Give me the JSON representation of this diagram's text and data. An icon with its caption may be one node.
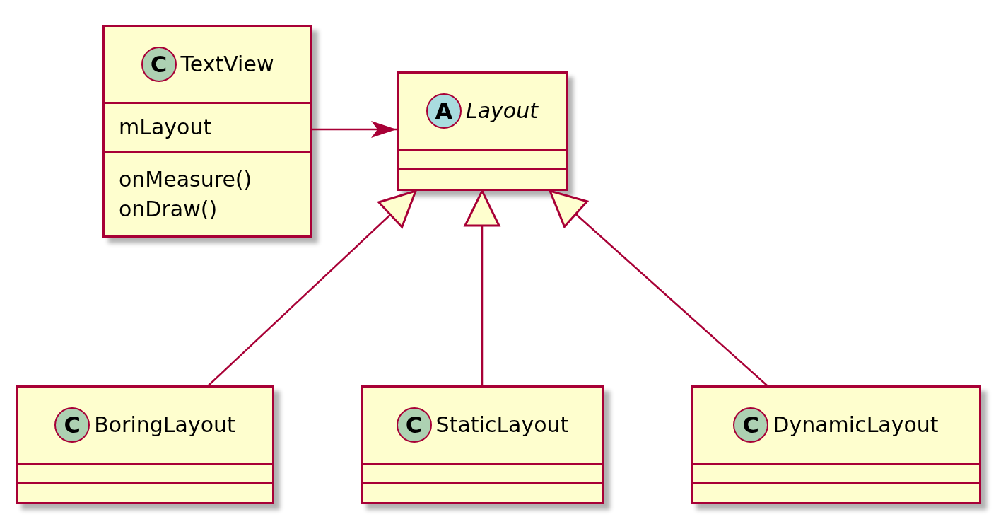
{
  "diagram": {
    "nodes": [
      {
        "text": [
          "C",
          "TextView",
          "mLayout",
          "onMeasure()",
          "onDraw()"
        ]
      },
      {
        "text": [
          "A",
          "Layout"
        ]
      },
      {
        "text": [
          "C",
          "BoringLayout"
        ]
      },
      {
        "text": [
          "C",
          "StaticLayout"
        ]
      },
      {
        "text": [
          "C",
          "DynamicLayout"
        ]
      }
    ],
    "edges": [
      {
        "from": 0,
        "to": 1,
        "arrow": "to"
      },
      {
        "from": 2,
        "to": 1,
        "arrow": "to"
      },
      {
        "from": 3,
        "to": 1,
        "arrow": "to"
      },
      {
        "from": 4,
        "to": 1,
        "arrow": "to"
      }
    ]
  }
}
